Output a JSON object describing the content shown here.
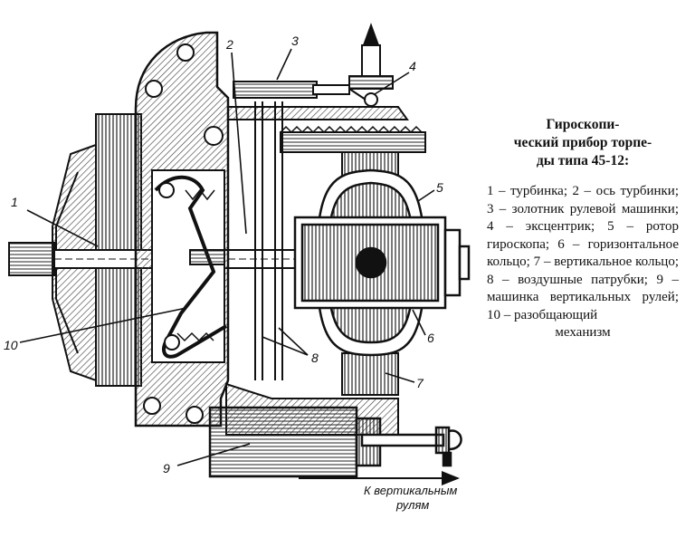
{
  "diagram": {
    "callouts": {
      "c1": "1",
      "c2": "2",
      "c3": "3",
      "c4": "4",
      "c5": "5",
      "c6": "6",
      "c7": "7",
      "c8": "8",
      "c9": "9",
      "c10": "10"
    },
    "arrow_note_line1": "К вертикальным",
    "arrow_note_line2": "рулям",
    "palette": {
      "ink": "#111111",
      "paper": "#ffffff",
      "hatch": "#444444"
    }
  },
  "caption": {
    "title": "Гироскопи-\nческий прибор торпе-\nды типа 45-12:",
    "legend": "1 – турбинка; 2 – ось турбинки; 3 – золотник рулевой машинки; 4 – эксцентрик; 5 – ротор гироскопа; 6 – горизонтальное кольцо; 7 – вертикальное кольцо; 8 – воздушные патрубки; 9 – машинка вертикальных рулей; 10 – разобщающий",
    "legend_last": "механизм"
  }
}
